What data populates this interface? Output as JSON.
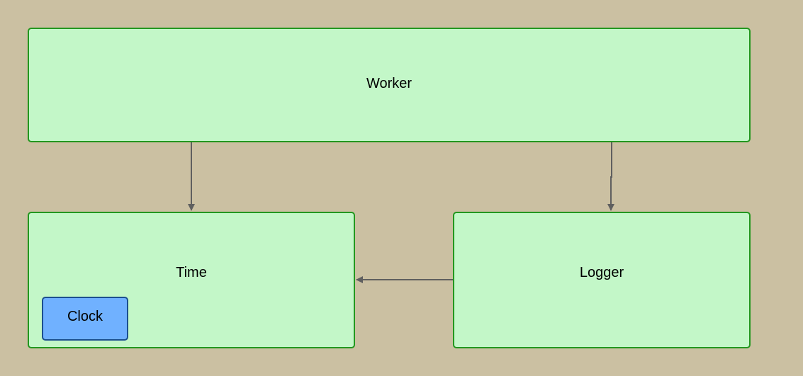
{
  "diagram": {
    "background_color": "#cbc0a2",
    "node_fill": "#c3f7c8",
    "node_border": "#23971f",
    "subnode_fill": "#70b1ff",
    "subnode_border": "#1b4f8f",
    "edge_color": "#5f5f5f",
    "nodes": {
      "worker": {
        "label": "Worker"
      },
      "time": {
        "label": "Time"
      },
      "logger": {
        "label": "Logger"
      },
      "clock": {
        "label": "Clock",
        "parent": "time"
      }
    },
    "edges": [
      {
        "from": "worker",
        "to": "time"
      },
      {
        "from": "worker",
        "to": "logger"
      },
      {
        "from": "logger",
        "to": "time"
      }
    ]
  }
}
